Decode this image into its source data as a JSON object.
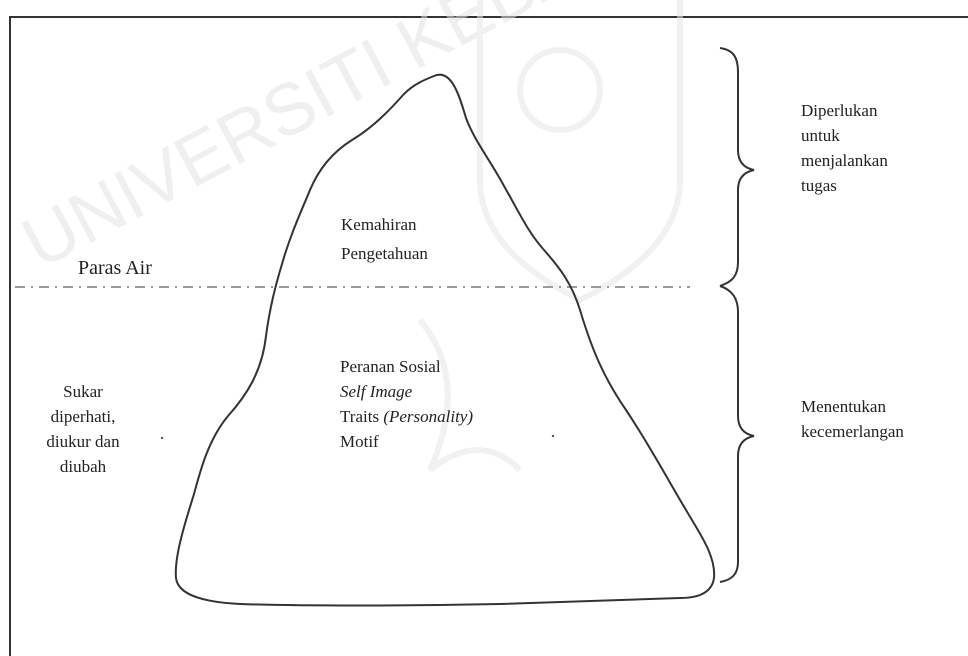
{
  "watermark": {
    "text": "UNIVERSITI KEBANGSAAN MALAYSIA"
  },
  "water_level": {
    "label": "Paras Air"
  },
  "above_water": {
    "line1": "Kemahiran",
    "line2": "Pengetahuan"
  },
  "below_water": {
    "line1": "Peranan Sosial",
    "line2": "Self Image",
    "line3_prefix": "Traits ",
    "line3_italic": "(Personality)",
    "line4": "Motif"
  },
  "left_note": {
    "line1": "Sukar",
    "line2": "diperhati,",
    "line3": "diukur dan",
    "line4": "diubah"
  },
  "right_top": {
    "line1": "Diperlukan",
    "line2": "untuk",
    "line3": "menjalankan",
    "line4": "tugas"
  },
  "right_bottom": {
    "line1": "Menentukan",
    "line2": "kecemerlangan"
  },
  "colors": {
    "outline": "#333333",
    "dashed_line": "#9a9a9a",
    "watermark": "#e6e6e6"
  }
}
